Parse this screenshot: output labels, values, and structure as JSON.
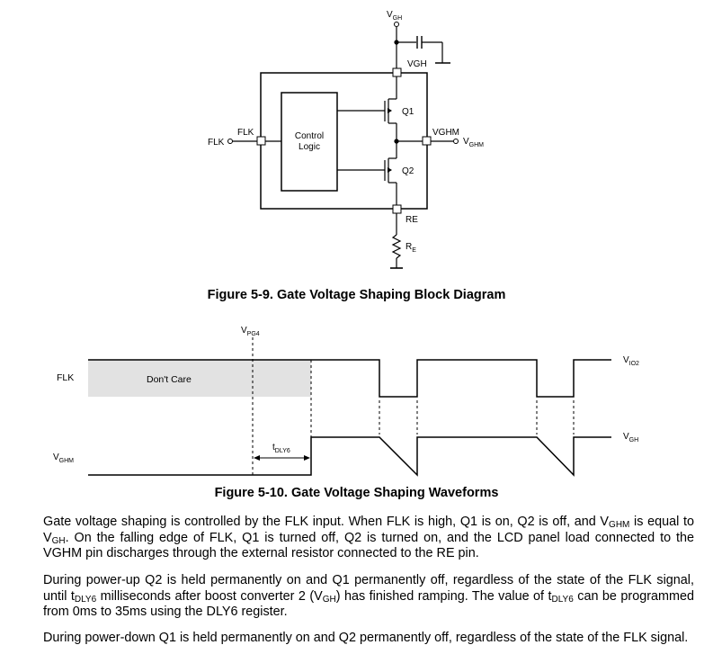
{
  "block_diagram": {
    "vgh_terminal": "V",
    "vgh_terminal_sub": "GH",
    "vgh_pin": "VGH",
    "flk_terminal": "FLK",
    "flk_pin": "FLK",
    "control_logic_line1": "Control",
    "control_logic_line2": "Logic",
    "q1": "Q1",
    "q2": "Q2",
    "vghm_pin": "VGHM",
    "vghm_terminal": "V",
    "vghm_terminal_sub": "GHM",
    "re_pin": "RE",
    "re_resistor": "R",
    "re_resistor_sub": "E"
  },
  "caption1": "Figure 5-9. Gate Voltage Shaping Block Diagram",
  "waveform": {
    "vpg4": "V",
    "vpg4_sub": "PG4",
    "flk_label": "FLK",
    "dont_care": "Don't Care",
    "vio2": "V",
    "vio2_sub": "IO2",
    "tdly6": "t",
    "tdly6_sub": "DLY6",
    "vghm": "V",
    "vghm_sub": "GHM",
    "vgh": "V",
    "vgh_sub": "GH"
  },
  "caption2": "Figure 5-10. Gate Voltage Shaping Waveforms",
  "paragraphs": {
    "p1": {
      "a": "Gate voltage shaping is controlled by the FLK input. When FLK is high, Q1 is on, Q2 is off, and V",
      "a_sub": "GHM",
      "b": " is equal to V",
      "b_sub": "GH",
      "c": ". On the falling edge of FLK, Q1 is turned off, Q2 is turned on, and the LCD panel load connected to the VGHM pin discharges through the external resistor connected to the RE pin."
    },
    "p2": {
      "a": "During power-up Q2 is held permanently on and Q1 permanently off, regardless of the state of the FLK signal, until t",
      "a_sub": "DLY6",
      "b": " milliseconds after boost converter 2 (V",
      "b_sub": "GH",
      "c": ") has finished ramping. The value of t",
      "c_sub": "DLY6",
      "d": " can be programmed from 0ms to 35ms using the DLY6 register."
    },
    "p3": "During power-down Q1 is held permanently on and Q2 permanently off, regardless of the state of the FLK signal."
  }
}
